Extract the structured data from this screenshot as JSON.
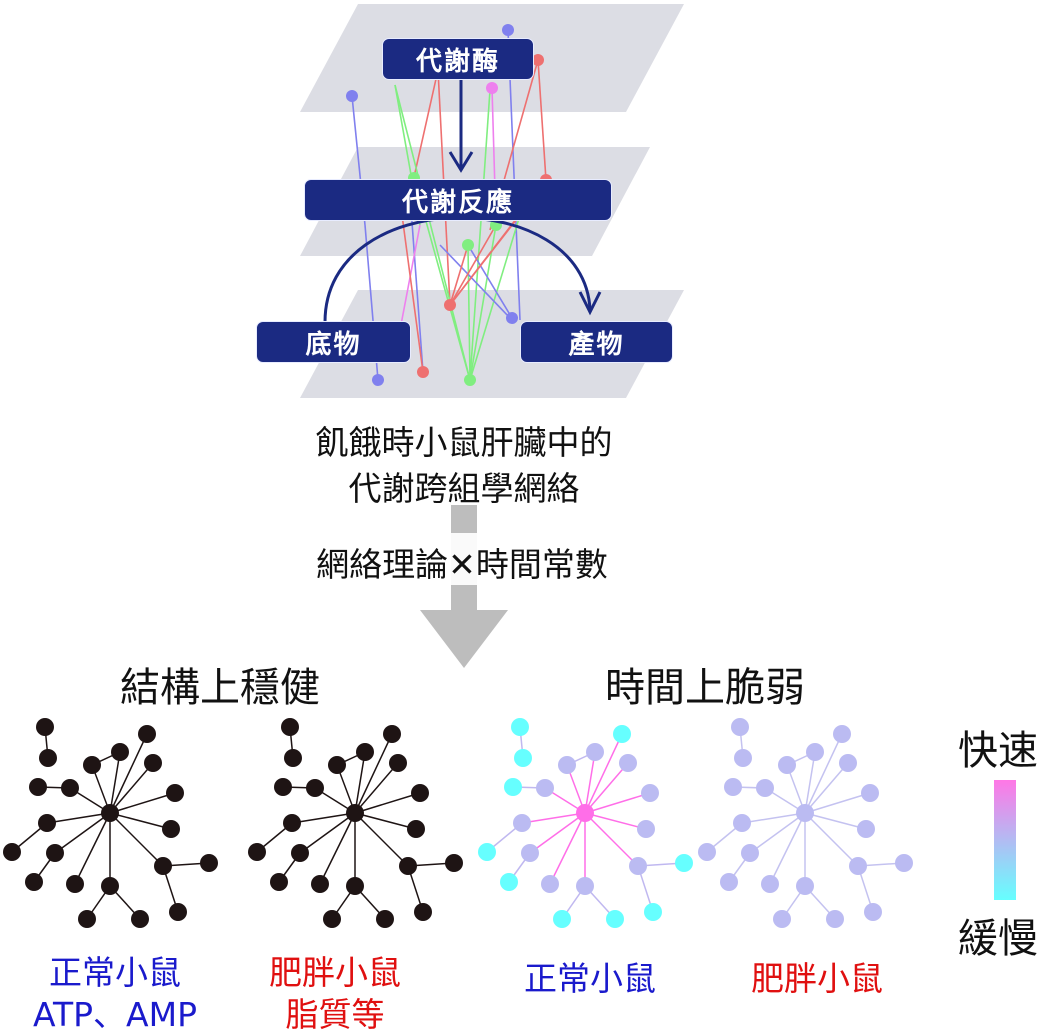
{
  "top_diagram": {
    "enzyme_label": "代謝酶",
    "reaction_label": "代謝反應",
    "substrate_label": "底物",
    "product_label": "產物"
  },
  "caption": {
    "line1": "飢餓時小鼠肝臟中的",
    "line2": "代謝跨組學網絡"
  },
  "method_label": "網絡理論✕時間常數",
  "sections": {
    "structural_title": "結構上穩健",
    "temporal_title": "時間上脆弱"
  },
  "networks": [
    {
      "id": "normal-structural",
      "label_lines": [
        "正常小鼠",
        "ATP、AMP"
      ],
      "label_color": "#1a1acc"
    },
    {
      "id": "obese-structural",
      "label_lines": [
        "肥胖小鼠",
        "脂質等"
      ],
      "label_color": "#e01010"
    },
    {
      "id": "normal-temporal",
      "label_lines": [
        "正常小鼠"
      ],
      "label_color": "#1a1acc"
    },
    {
      "id": "obese-temporal",
      "label_lines": [
        "肥胖小鼠"
      ],
      "label_color": "#e01010"
    }
  ],
  "legend": {
    "fast_label": "快速",
    "slow_label": "緩慢",
    "fast_color": "#ff77e6",
    "slow_color": "#66ffff"
  },
  "colors": {
    "box": "#1b2a82",
    "plane": "#d9dbe3",
    "node_structural": "#1e1414",
    "node_temporal_base": "#bbbbf2",
    "fast_pink": "#ff6ee8",
    "slow_cyan": "#66ffff",
    "big_arrow": "#bdbdbd",
    "edge_blue": "#8080ee",
    "edge_green": "#80ee80",
    "edge_red": "#ee7070",
    "edge_pink": "#ee80ee"
  }
}
